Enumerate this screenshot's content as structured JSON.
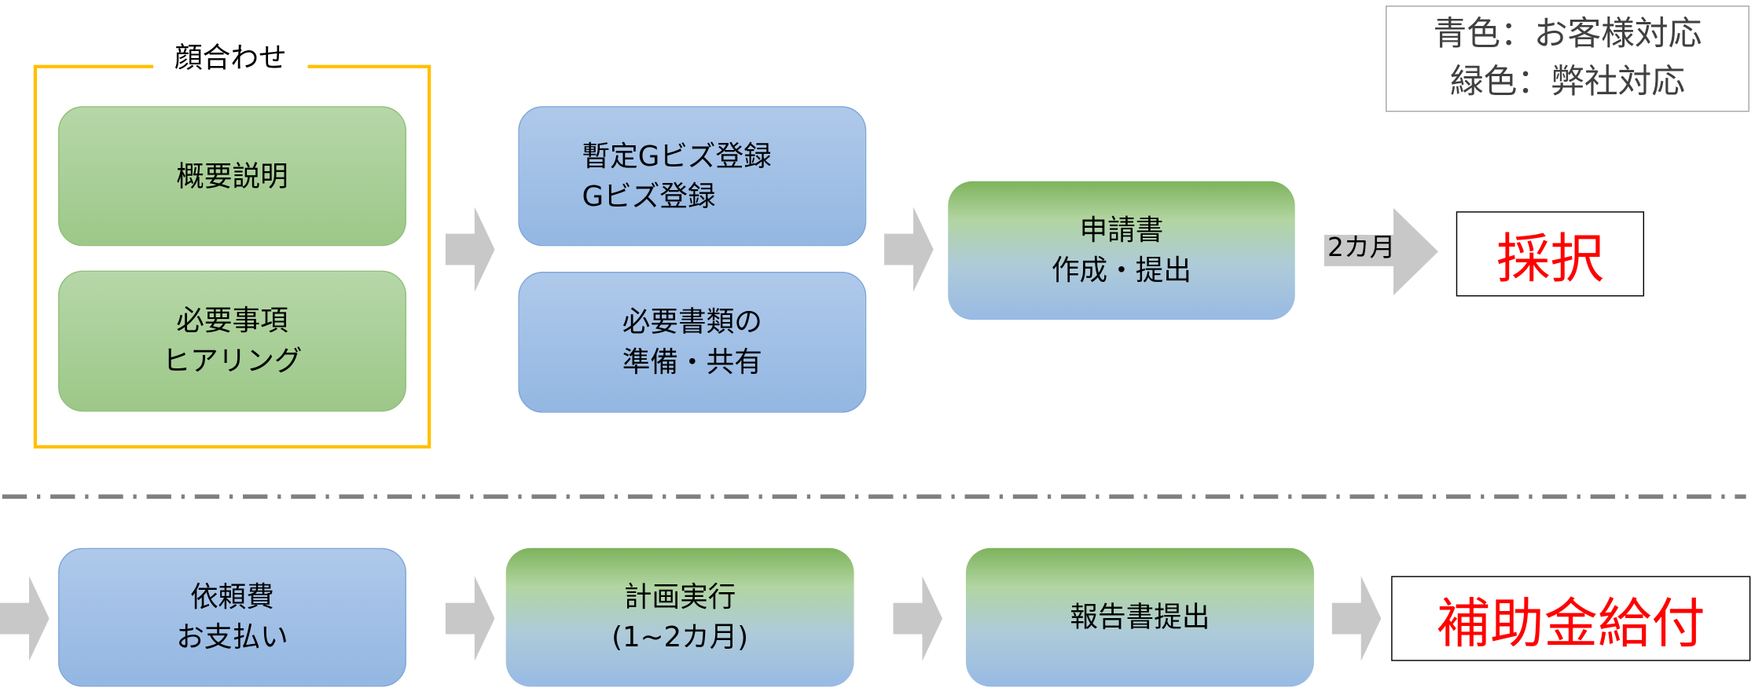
{
  "legend": {
    "line1": "青色：お客様対応",
    "line2": "緑色：弊社対応"
  },
  "group": {
    "label": "顔合わせ",
    "border_color": "#ffc000"
  },
  "colors": {
    "customer": "#9dbde6",
    "company": "#a8ce96",
    "result_text": "#ff0000",
    "arrow": "#c8c8c8"
  },
  "top_row": {
    "overview": "概要説明",
    "hearing": "必要事項\nヒアリング",
    "gbiz": "暫定Gビズ登録\nGビズ登録",
    "documents": "必要書類の\n準備・共有",
    "application": "申請書\n作成・提出",
    "wait_label": "2カ月",
    "result": "採択"
  },
  "bottom_row": {
    "payment": "依頼費\nお支払い",
    "execution": "計画実行\n(1~2カ月)",
    "report": "報告書提出",
    "result": "補助金給付"
  }
}
